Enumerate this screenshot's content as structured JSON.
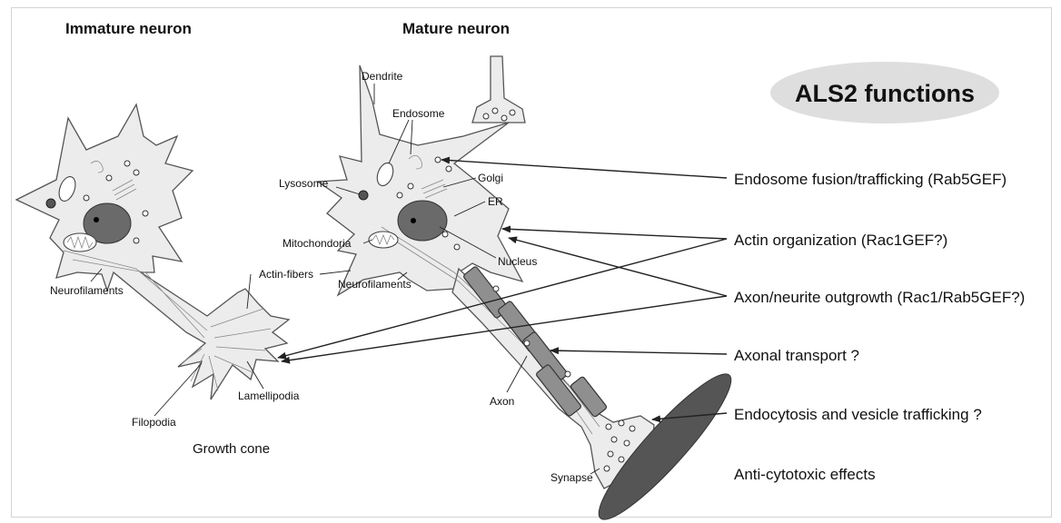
{
  "titles": {
    "immature": "Immature neuron",
    "mature": "Mature neuron"
  },
  "als2_title": "ALS2 functions",
  "structure_labels": {
    "dendrite": "Dendrite",
    "endosome": "Endosome",
    "golgi": "Golgi",
    "lysosome": "Lysosome",
    "er": "ER",
    "mitochondoria": "Mitochondoria",
    "nucleus": "Nucleus",
    "actin_fibers": "Actin-fibers",
    "neurofilaments_left": "Neurofilaments",
    "neurofilaments_right": "Neurofilaments",
    "lamellipodia": "Lamellipodia",
    "filopodia": "Filopodia",
    "axon": "Axon",
    "synapse": "Synapse",
    "growth_cone": "Growth cone"
  },
  "functions": [
    "Endosome fusion/trafficking (Rab5GEF)",
    "Actin organization (Rac1GEF?)",
    "Axon/neurite outgrowth (Rac1/Rab5GEF?)",
    "Axonal transport ?",
    "Endocytosis and vesicle trafficking ?",
    "Anti-cytotoxic effects"
  ],
  "colors": {
    "cell_fill": "#ececec",
    "nucleus": "#6a6a6a",
    "myelin": "#8f8f8f",
    "ellipse": "#dedede",
    "synapse_terminal": "#555555"
  }
}
